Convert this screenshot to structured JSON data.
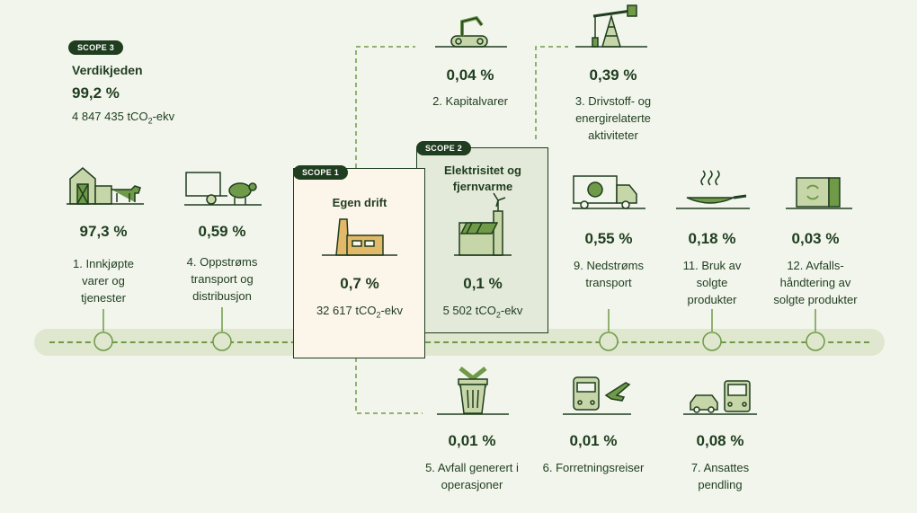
{
  "colors": {
    "dark": "#1f3d1f",
    "mid": "#6f9a48",
    "light": "#dfe7cf",
    "cream": "#fcf5ea",
    "scope2": "#e4ead9",
    "bg": "#f2f5ec"
  },
  "scope3": {
    "badge": "SCOPE 3",
    "title": "Verdikjeden",
    "pct": "99,2 %",
    "amount": "4 847 435 tCO",
    "sub": "2",
    "unit": "-ekv"
  },
  "scope1": {
    "badge": "SCOPE 1",
    "title": "Egen drift",
    "pct": "0,7 %",
    "amount": "32 617 tCO",
    "sub": "2",
    "unit": "-ekv",
    "icon": "factory-icon"
  },
  "scope2": {
    "badge": "SCOPE 2",
    "title": "Elektrisitet og fjernvarme",
    "pct": "0,1 %",
    "amount": "5 502 tCO",
    "sub": "2",
    "unit": "-ekv",
    "icon": "solar-wind-icon"
  },
  "items": {
    "i1": {
      "pct": "97,3 %",
      "label": "1. Innkjøpte varer og tjenester",
      "icon": "farm-cow-icon"
    },
    "i4": {
      "pct": "0,59 %",
      "label": "4. Oppstrøms transport og distribusjon",
      "icon": "trailer-sheep-icon"
    },
    "i2": {
      "pct": "0,04 %",
      "label": "2. Kapitalvarer",
      "icon": "robot-arm-icon"
    },
    "i3": {
      "pct": "0,39 %",
      "label": "3. Drivstoff- og energirelaterte aktiviteter",
      "icon": "oil-pump-icon"
    },
    "i9": {
      "pct": "0,55 %",
      "label": "9. Nedstrøms transport",
      "icon": "delivery-truck-icon"
    },
    "i11": {
      "pct": "0,18 %",
      "label": "11. Bruk av solgte produkter",
      "icon": "frying-pan-icon"
    },
    "i12": {
      "pct": "0,03 %",
      "label": "12. Avfalls-håndtering av solgte produkter",
      "icon": "recycling-box-icon"
    },
    "i5": {
      "pct": "0,01 %",
      "label": "5. Avfall generert i operasjoner",
      "icon": "trash-bin-icon"
    },
    "i6": {
      "pct": "0,01 %",
      "label": "6. Forretningsreiser",
      "icon": "train-plane-icon"
    },
    "i7": {
      "pct": "0,08 %",
      "label": "7. Ansattes pendling",
      "icon": "car-bus-icon"
    }
  }
}
